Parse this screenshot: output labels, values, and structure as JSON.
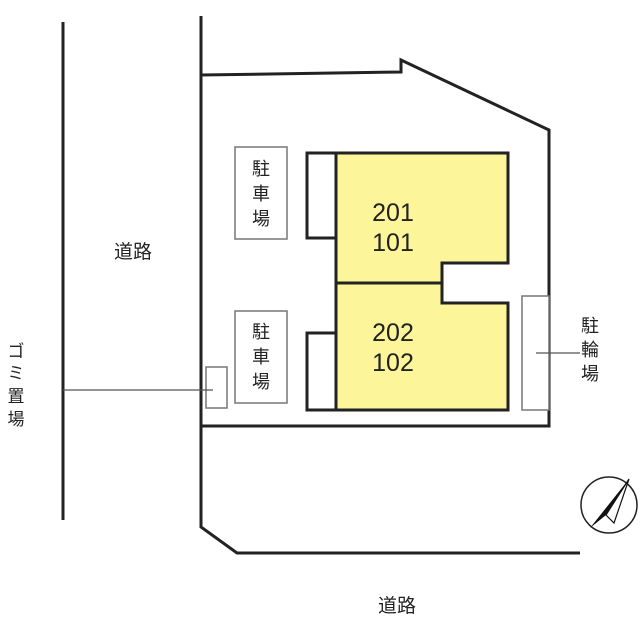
{
  "labels": {
    "road_left": "道路",
    "road_bottom": "道路",
    "garbage": [
      "ゴ",
      "ミ",
      "置",
      "場"
    ],
    "parking_top": [
      "駐",
      "車",
      "場"
    ],
    "parking_bottom": [
      "駐",
      "車",
      "場"
    ],
    "bicycle": [
      "駐",
      "輪",
      "場"
    ]
  },
  "units": {
    "upper": {
      "line1": "201",
      "line2": "101"
    },
    "lower": {
      "line1": "202",
      "line2": "102"
    }
  },
  "colors": {
    "unit_fill": "#fcf599",
    "line": "#222222"
  },
  "icons": {
    "compass": "north-arrow-icon"
  }
}
